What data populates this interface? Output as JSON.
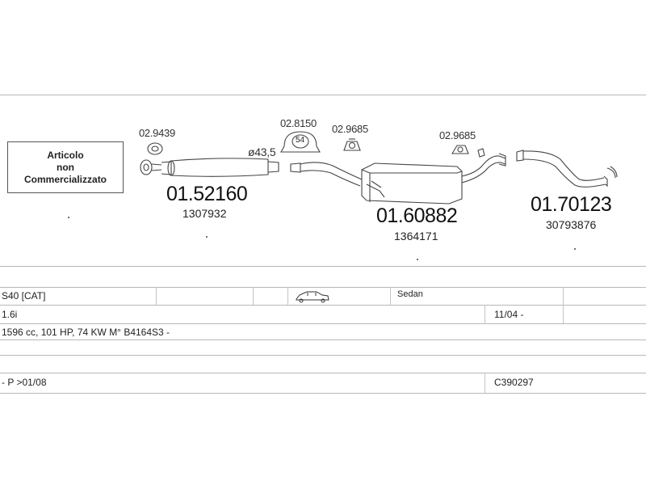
{
  "diagram": {
    "unavailable_box": {
      "line1": "Articolo",
      "line2": "non",
      "line3": "Commercializzato"
    },
    "parts": [
      {
        "code": "02.9439"
      },
      {
        "code": "02.8150"
      },
      {
        "code": "02.9685"
      },
      {
        "code": "02.9685"
      }
    ],
    "clamp_label": "54",
    "diameter_label": "ø43,5",
    "assemblies": [
      {
        "part_number": "01.52160",
        "oem": "1307932"
      },
      {
        "part_number": "01.60882",
        "oem": "1364171"
      },
      {
        "part_number": "01.70123",
        "oem": "30793876"
      }
    ]
  },
  "table": {
    "model": "S40  [CAT]",
    "body_icon": "sedan-car-icon",
    "body_type": "Sedan",
    "engine": "1.6i",
    "date_from": "11/04 -",
    "specs": "1596 cc, 101 HP, 74 KW  M° B4164S3 -",
    "note": "- P >01/08",
    "catalog_code": "C390297"
  }
}
